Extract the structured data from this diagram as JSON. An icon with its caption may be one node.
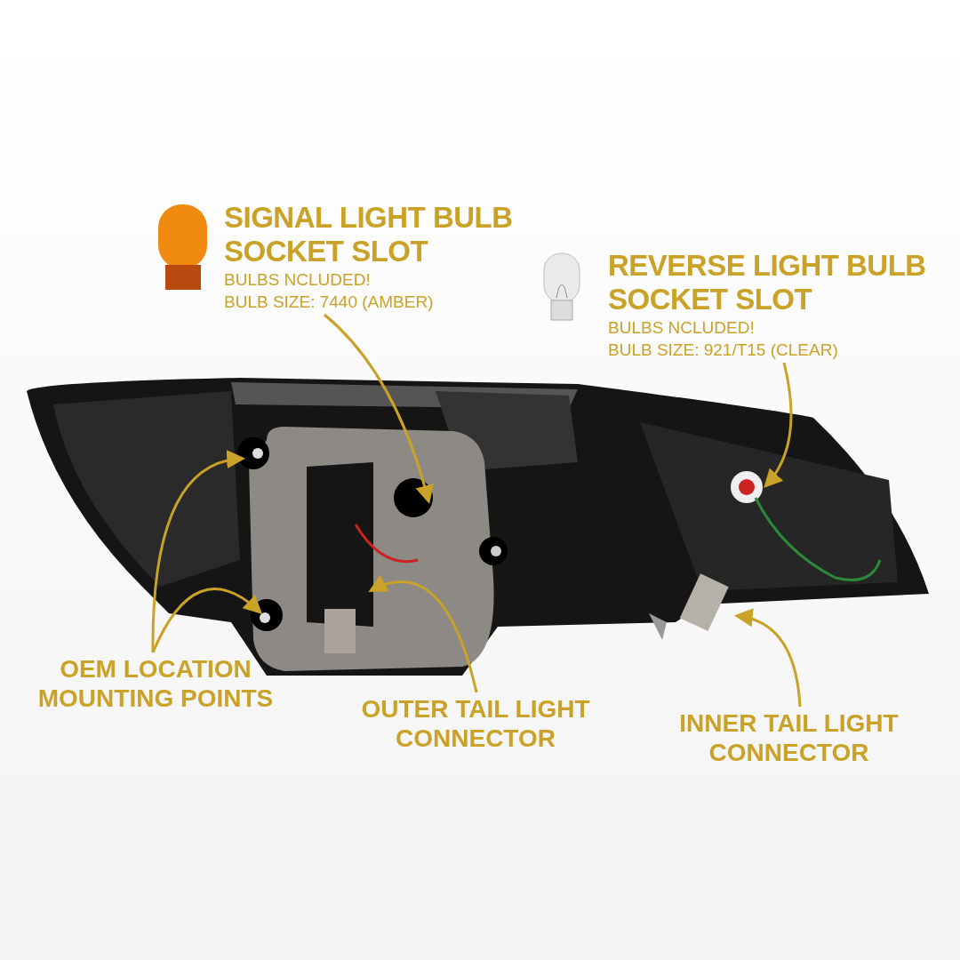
{
  "diagram": {
    "nodes": [
      {
        "text": [
          "SIGNAL LIGHT BULB SOCKET SLOT",
          "BULBS NCLUDED!",
          "BULB SIZE: 7440 (AMBER)"
        ]
      },
      {
        "text": [
          "REVERSE LIGHT BULB SOCKET SLOT",
          "BULBS NCLUDED!",
          "BULB SIZE: 921/T15 (CLEAR)"
        ]
      },
      {
        "text": [
          "OEM LOCATION MOUNTING POINTS"
        ]
      },
      {
        "text": [
          "OUTER TAIL LIGHT CONNECTOR"
        ]
      },
      {
        "text": [
          "INNER TAIL LIGHT CONNECTOR"
        ]
      }
    ],
    "edges": [
      {
        "from": 0,
        "to": null,
        "arrow": "to"
      },
      {
        "from": 1,
        "to": null,
        "arrow": "to"
      },
      {
        "from": 2,
        "to": null,
        "arrow": "to"
      },
      {
        "from": 2,
        "to": null,
        "arrow": "to"
      },
      {
        "from": 3,
        "to": null,
        "arrow": "to"
      },
      {
        "from": 4,
        "to": null,
        "arrow": "to"
      }
    ]
  }
}
